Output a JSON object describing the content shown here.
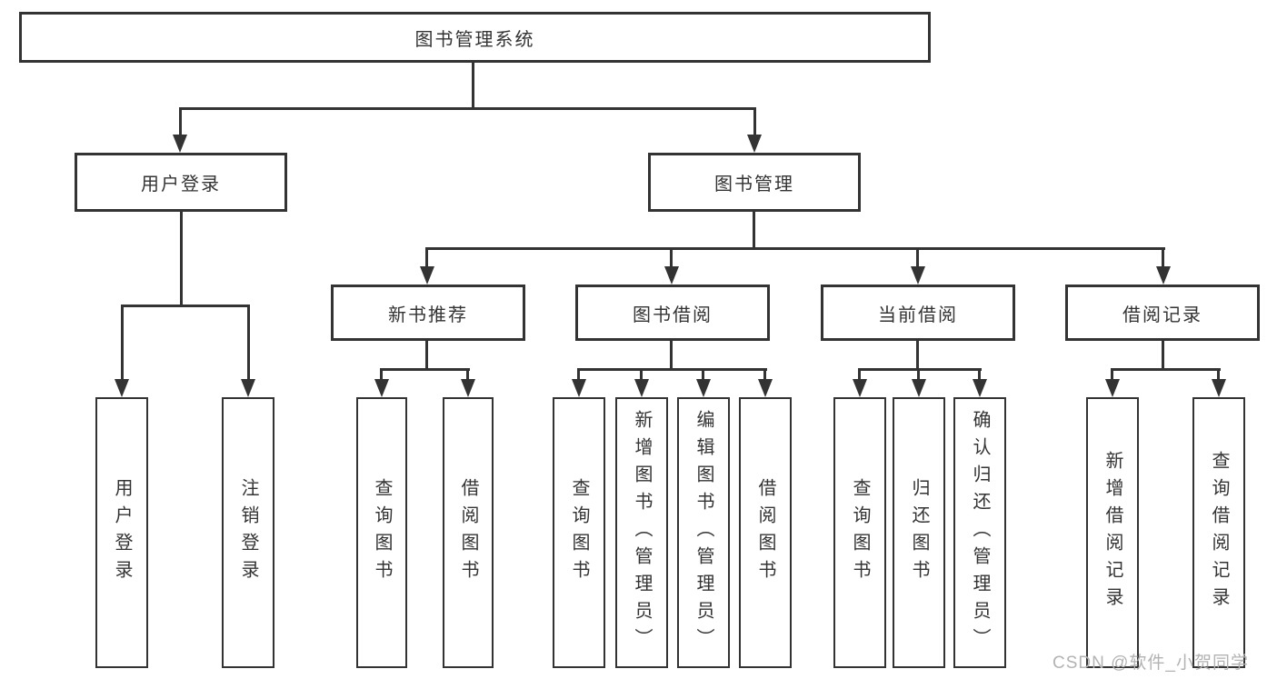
{
  "diagram": {
    "root": {
      "label": "图书管理系统"
    },
    "branches": [
      {
        "label": "用户登录",
        "children": [
          {
            "label": "用户登录"
          },
          {
            "label": "注销登录"
          }
        ]
      },
      {
        "label": "图书管理",
        "children": [
          {
            "label": "新书推荐",
            "children": [
              {
                "label": "查询图书"
              },
              {
                "label": "借阅图书"
              }
            ]
          },
          {
            "label": "图书借阅",
            "children": [
              {
                "label": "查询图书"
              },
              {
                "label": "新增图书（管理员）"
              },
              {
                "label": "编辑图书（管理员）"
              },
              {
                "label": "借阅图书"
              }
            ]
          },
          {
            "label": "当前借阅",
            "children": [
              {
                "label": "查询图书"
              },
              {
                "label": "归还图书"
              },
              {
                "label": "确认归还（管理员）"
              }
            ]
          },
          {
            "label": "借阅记录",
            "children": [
              {
                "label": "新增借阅记录"
              },
              {
                "label": "查询借阅记录"
              }
            ]
          }
        ]
      }
    ]
  },
  "watermark": "CSDN @软件_小贺同学",
  "colors": {
    "line": "#333333",
    "text": "#333333",
    "watermark": "#b3b3b3",
    "background": "#ffffff"
  }
}
